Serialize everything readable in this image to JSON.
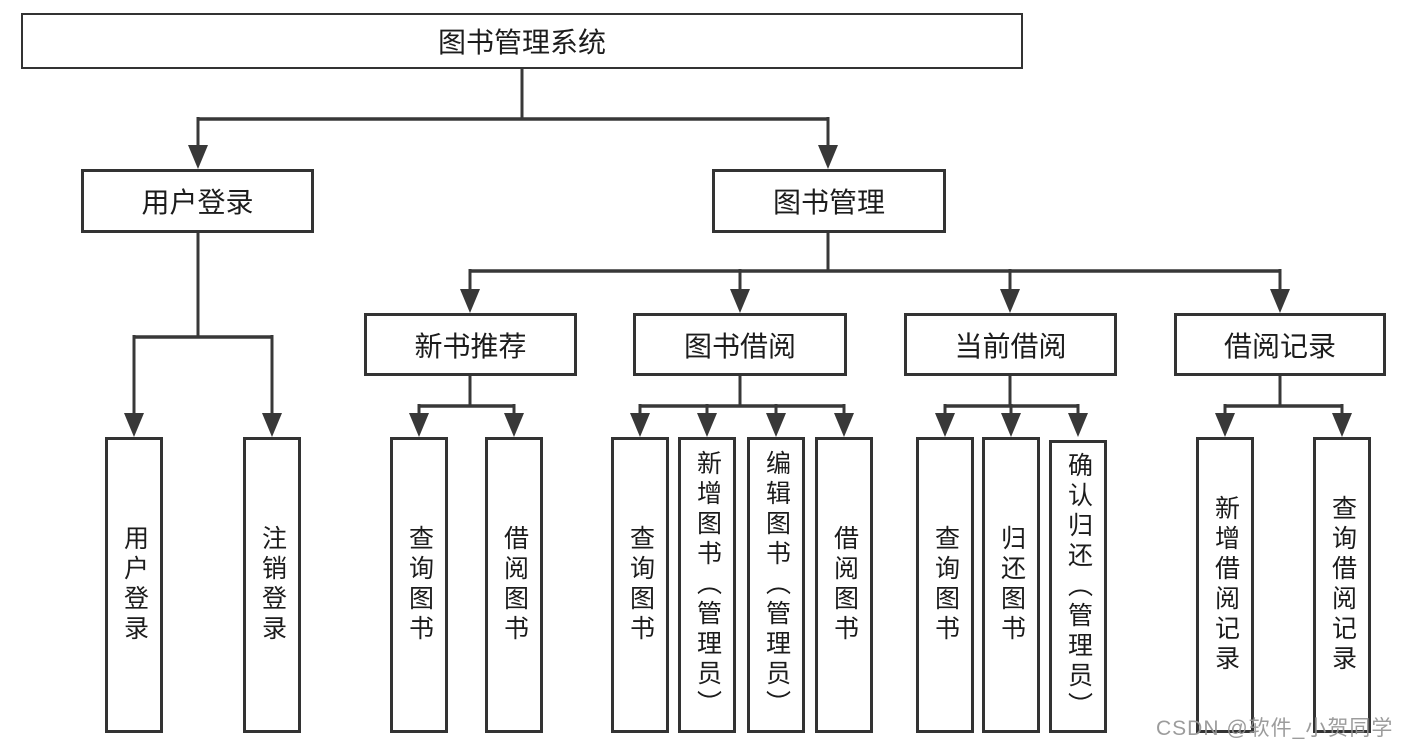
{
  "colors": {
    "line": "#383838",
    "box_border": "#333333",
    "text": "#1c1c1c",
    "background": "#ffffff",
    "watermark": "#949494"
  },
  "tree": {
    "label": "图书管理系统",
    "children": [
      {
        "label": "用户登录",
        "children": [
          {
            "label": "用户登录"
          },
          {
            "label": "注销登录"
          }
        ]
      },
      {
        "label": "图书管理",
        "children": [
          {
            "label": "新书推荐",
            "children": [
              {
                "label": "查询图书"
              },
              {
                "label": "借阅图书"
              }
            ]
          },
          {
            "label": "图书借阅",
            "children": [
              {
                "label": "查询图书"
              },
              {
                "label": "新增图书（管理员）"
              },
              {
                "label": "编辑图书（管理员）"
              },
              {
                "label": "借阅图书"
              }
            ]
          },
          {
            "label": "当前借阅",
            "children": [
              {
                "label": "查询图书"
              },
              {
                "label": "归还图书"
              },
              {
                "label": "确认归还（管理员）"
              }
            ]
          },
          {
            "label": "借阅记录",
            "children": [
              {
                "label": "新增借阅记录"
              },
              {
                "label": "查询借阅记录"
              }
            ]
          }
        ]
      }
    ]
  },
  "watermark": {
    "text": "CSDN @软件_小贺同学"
  }
}
